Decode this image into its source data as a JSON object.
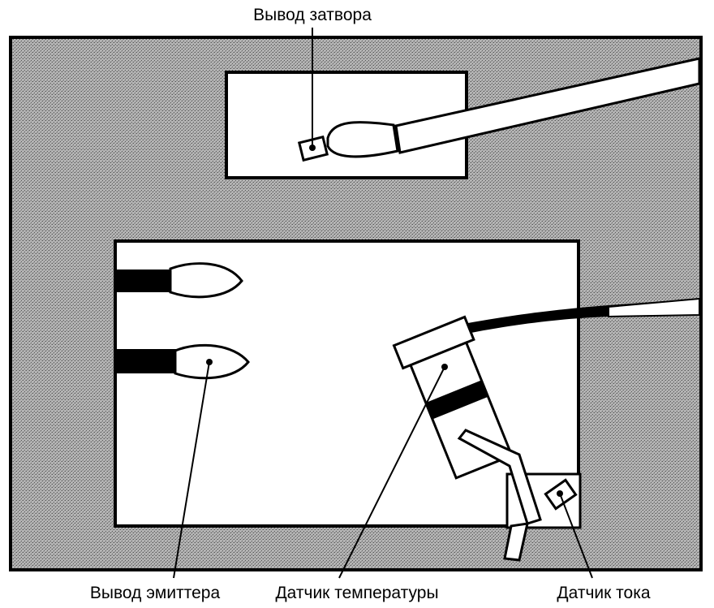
{
  "labels": {
    "gate_terminal": "Вывод затвора",
    "emitter_terminal": "Вывод эмиттера",
    "temperature_sensor": "Датчик температуры",
    "current_sensor": "Датчик тока"
  },
  "colors": {
    "substrate_fill": "#a9a9a9",
    "die_fill": "#ffffff",
    "outline": "#000000",
    "background": "#ffffff"
  }
}
